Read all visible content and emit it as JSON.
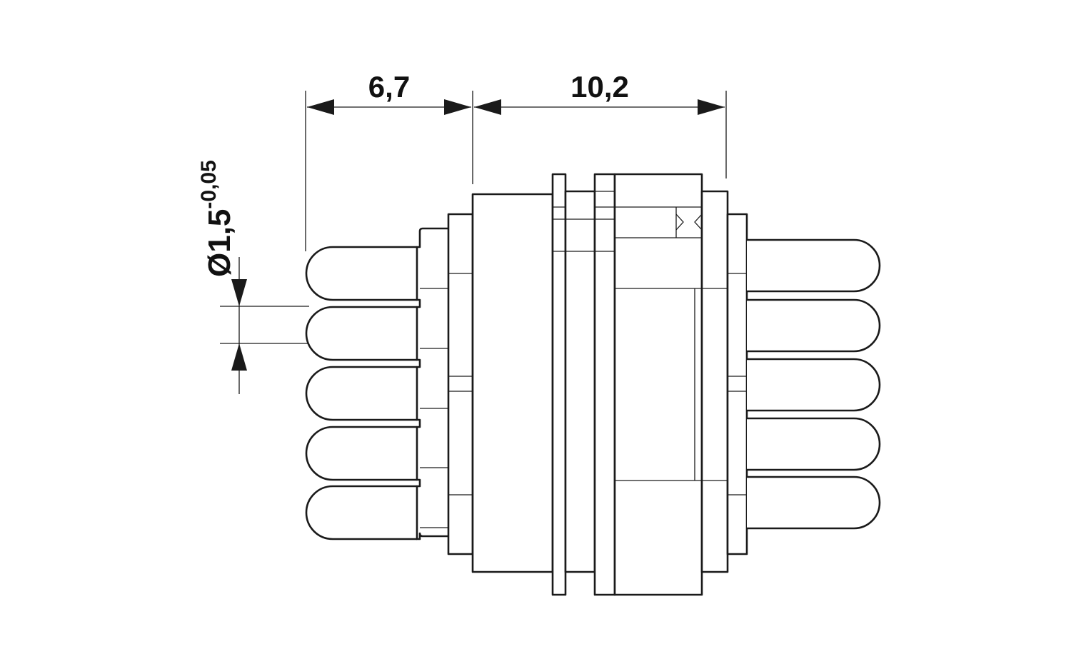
{
  "dimensions": {
    "left_length": "6,7",
    "right_length": "10,2",
    "pin_diameter": "Ø1,5",
    "pin_tolerance": "-0,05"
  },
  "component": {
    "left_pin_count": 5,
    "right_pin_count": 5
  }
}
